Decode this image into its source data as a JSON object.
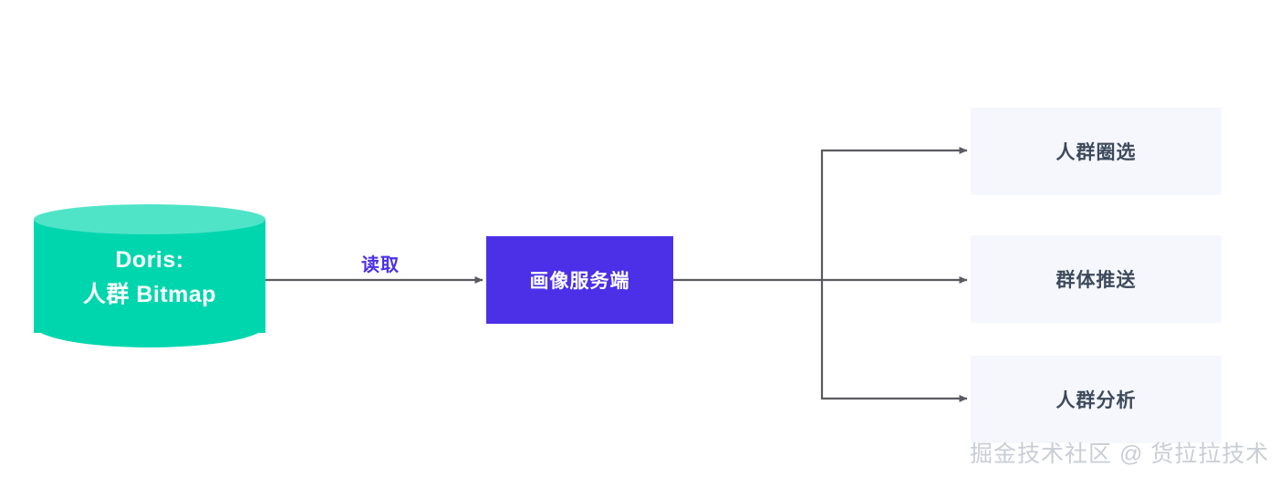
{
  "diagram": {
    "source": {
      "name": "doris-datastore",
      "line1": "Doris:",
      "line2": "人群 Bitmap",
      "fill": "#00D6AE",
      "top_fill": "#4FE4C8",
      "text_color": "#FFFFFF"
    },
    "edge_label": {
      "text": "读取",
      "color": "#4B30E8"
    },
    "service": {
      "name": "portrait-service",
      "label": "画像服务端",
      "fill": "#4B30E8",
      "text_color": "#FFFFFF"
    },
    "outputs": [
      {
        "label": "人群圈选",
        "fill": "#F5F7FC",
        "text_color": "#3D4A5C"
      },
      {
        "label": "群体推送",
        "fill": "#F5F7FC",
        "text_color": "#3D4A5C"
      },
      {
        "label": "人群分析",
        "fill": "#F5F7FC",
        "text_color": "#3D4A5C"
      }
    ],
    "connector_color": "#5A5A60"
  },
  "watermark": {
    "text": "掘金技术社区 @ 货拉拉技术",
    "color": "#C9CDD4"
  }
}
